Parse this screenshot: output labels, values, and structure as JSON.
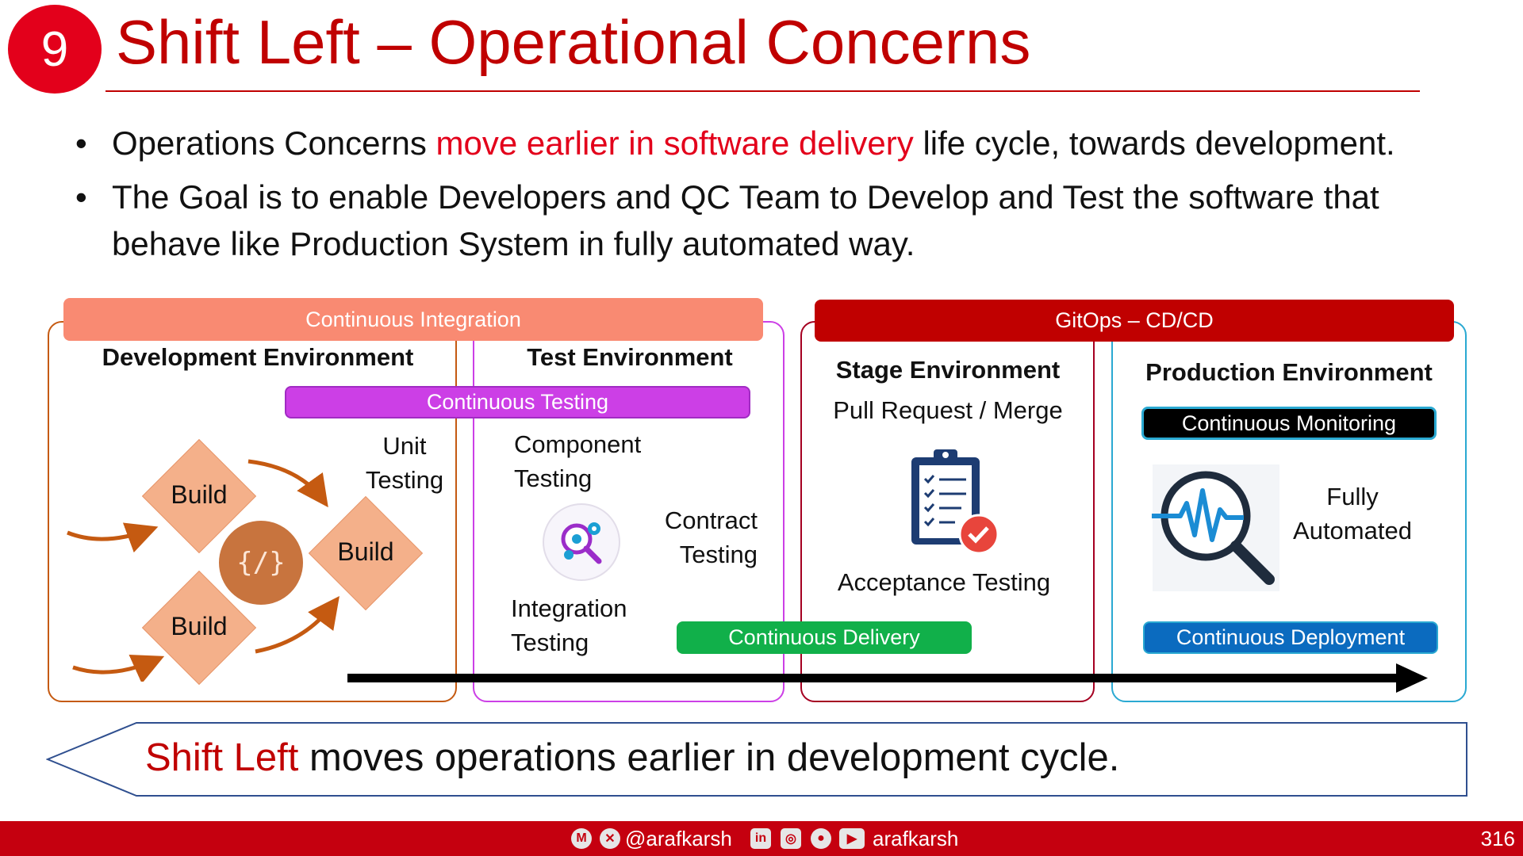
{
  "slide": {
    "number": "9",
    "title": "Shift Left – Operational Concerns",
    "page_number": "316"
  },
  "bullets": [
    {
      "before": "Operations Concerns ",
      "highlight": "move earlier in software delivery",
      "after": " life cycle, towards development."
    },
    {
      "line1": "The Goal is to enable Developers and QC Team to Develop and Test the software that",
      "line2": "behave like Production System in fully automated way."
    }
  ],
  "bars": {
    "continuous_integration": "Continuous Integration",
    "gitops": "GitOps – CD/CD",
    "continuous_testing": "Continuous Testing",
    "continuous_monitoring": "Continuous Monitoring",
    "continuous_delivery": "Continuous Delivery",
    "continuous_deployment": "Continuous Deployment"
  },
  "environments": {
    "development": {
      "title": "Development Environment",
      "build_labels": [
        "Build",
        "Build",
        "Build"
      ],
      "unit_testing": [
        "Unit",
        "Testing"
      ],
      "code_icon_text": "{/}"
    },
    "test": {
      "title": "Test Environment",
      "component_testing": [
        "Component",
        "Testing"
      ],
      "contract_testing": [
        "Contract",
        "Testing"
      ],
      "integration_testing": [
        "Integration",
        "Testing"
      ]
    },
    "stage": {
      "title": "Stage Environment",
      "pull_request": "Pull Request / Merge",
      "acceptance_testing": "Acceptance Testing"
    },
    "production": {
      "title": "Production Environment",
      "fully_automated": [
        "Fully",
        "Automated"
      ]
    }
  },
  "shift_left_banner": {
    "highlight": "Shift Left",
    "rest": " moves operations earlier in development cycle."
  },
  "footer": {
    "handle1": "@arafkarsh",
    "handle2": "arafkarsh",
    "icons": [
      "medium-icon",
      "x-icon",
      "linkedin-icon",
      "instagram-icon",
      "github-icon",
      "youtube-icon"
    ]
  },
  "colors": {
    "brand_red": "#c00000",
    "ci_salmon": "#f98a72",
    "gitops_red": "#c00000",
    "testing_magenta": "#cc3fe6",
    "delivery_green": "#11b04a",
    "deployment_blue": "#0b6bbf",
    "footer_red": "#c5000f"
  }
}
